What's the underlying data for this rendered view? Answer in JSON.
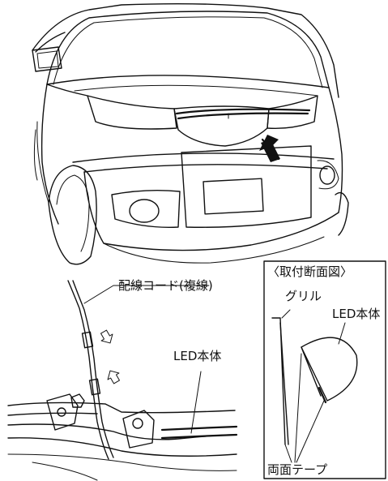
{
  "labels": {
    "wiring_cord": "配線コード(複線)",
    "led_body_left": "LED本体",
    "section_title": "〈取付断面図〉",
    "grille": "グリル",
    "led_body_right": "LED本体",
    "double_sided_tape": "両面テープ"
  }
}
